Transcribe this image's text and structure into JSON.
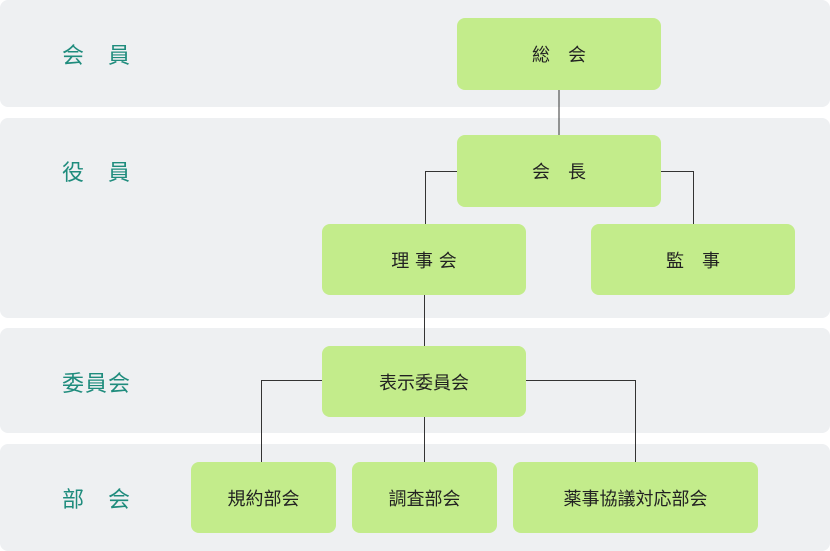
{
  "bands": {
    "members": "会　員",
    "officers": "役　員",
    "committee": "委員会",
    "divisions": "部　会"
  },
  "nodes": {
    "general_assembly": "総　会",
    "chairman": "会　長",
    "board": "理 事 会",
    "auditor": "監　事",
    "labeling_committee": "表示委員会",
    "rules_division": "規約部会",
    "investigation_division": "調査部会",
    "pharma_division": "薬事協議対応部会"
  },
  "colors": {
    "band_background": "#eef0f2",
    "node_fill": "#c3ec8b",
    "label_text": "#1f8c7d",
    "connector": "#333333"
  }
}
